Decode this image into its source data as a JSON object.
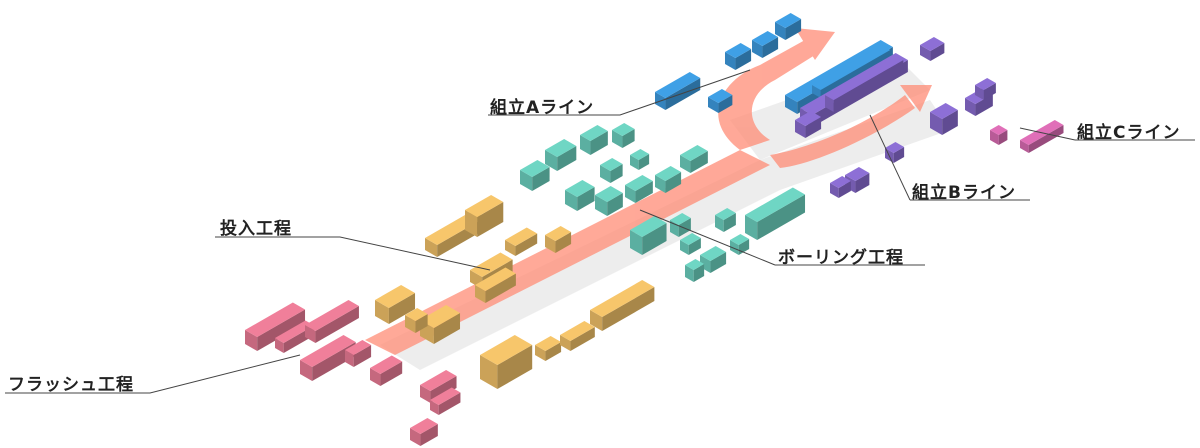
{
  "labels": {
    "kumitate_a": "組立Aライン",
    "kumitate_b": "組立Bライン",
    "kumitate_c": "組立Cライン",
    "tounyuu": "投入工程",
    "boring": "ボーリング工程",
    "flush": "フラッシュ工程"
  },
  "colors": {
    "flush": "#f07f9a",
    "tounyuu": "#f7c66b",
    "boring": "#6fd6c4",
    "line_a": "#3fa0e6",
    "line_b": "#8d6fd6",
    "line_c": "#e06fb8",
    "flow": "#ff8c76",
    "shadow": "#e6e6e6"
  }
}
